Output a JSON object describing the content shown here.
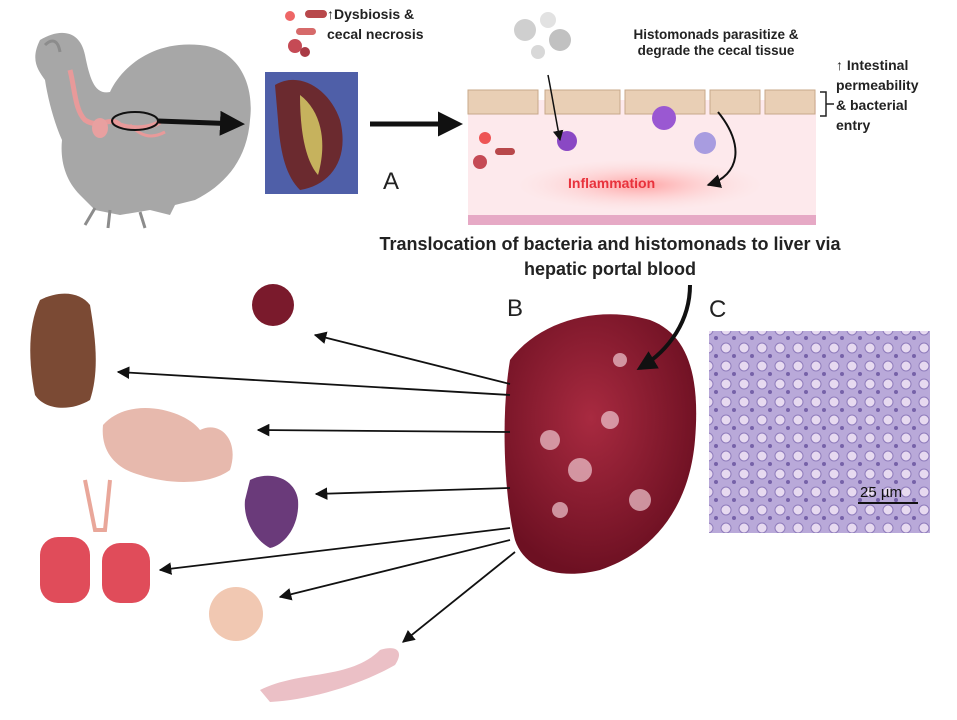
{
  "labels": {
    "dysbiosis_line1": "↑Dysbiosis &",
    "dysbiosis_line2": "cecal necrosis",
    "histomonads_line1": "Histomonads parasitize &",
    "histomonads_line2": "degrade the cecal tissue",
    "permeability_line1": "↑ Intestinal",
    "permeability_line2": "permeability",
    "permeability_line3": "& bacterial",
    "permeability_line4": "entry",
    "translocation_line1": "Translocation of bacteria and histomonads to liver via",
    "translocation_line2": "hepatic portal blood",
    "inflammation": "Inflammation",
    "panel_a": "A",
    "panel_b": "B",
    "panel_c": "C",
    "scale_bar": "25 µm"
  },
  "colors": {
    "turkey_silhouette": "#a7a7a7",
    "gut_tract": "#e89a9a",
    "epithelium": "#e9cfb5",
    "inflammation_text": "#e8323c",
    "liver": "#8e1b2f",
    "histology_bg": "#b9a9d9",
    "arrow": "#111111"
  },
  "icons": [
    "turkey-silhouette-icon",
    "bacteria-icon",
    "histomonad-icon",
    "liver-image",
    "histology-image"
  ]
}
